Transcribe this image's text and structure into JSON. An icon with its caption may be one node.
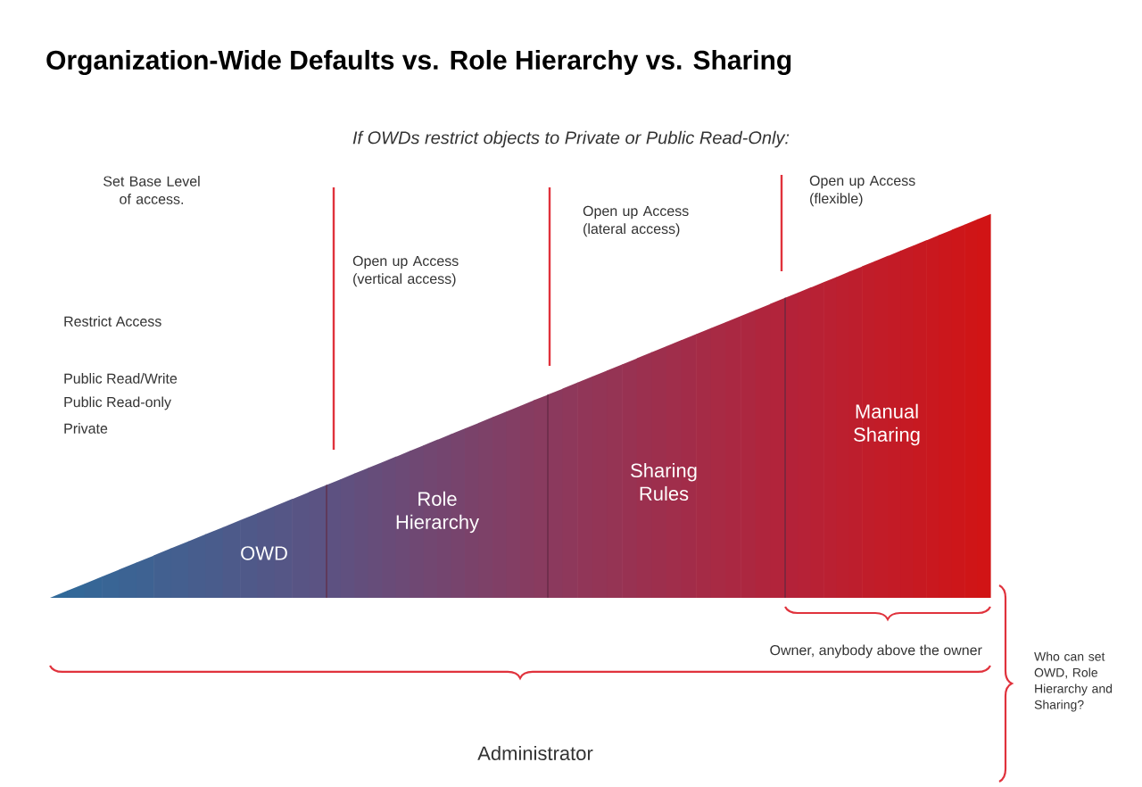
{
  "diagram": {
    "title": "Organization-Wide Defaults vs. Role Hierarchy vs. Sharing",
    "nodes": [
      {
        "text": [
          "OWD"
        ]
      },
      {
        "text": [
          "Role Hierarchy"
        ]
      },
      {
        "text": [
          "Sharing Rules"
        ]
      },
      {
        "text": [
          "Manual Sharing"
        ]
      }
    ],
    "labels": [
      "If OWDs restrict objects to Private or Public Read-Only:",
      "Set Base Level of access.",
      "Restrict Access",
      "Public Read/Write",
      "Public Read-only",
      "Private",
      "Open up Access (vertical access)",
      "Open up Access (lateral access)",
      "Open up Access (flexible)",
      "Owner, anybody above the owner",
      "Administrator",
      "Who can set OWD, Role Hierarchy and Sharing?"
    ]
  }
}
